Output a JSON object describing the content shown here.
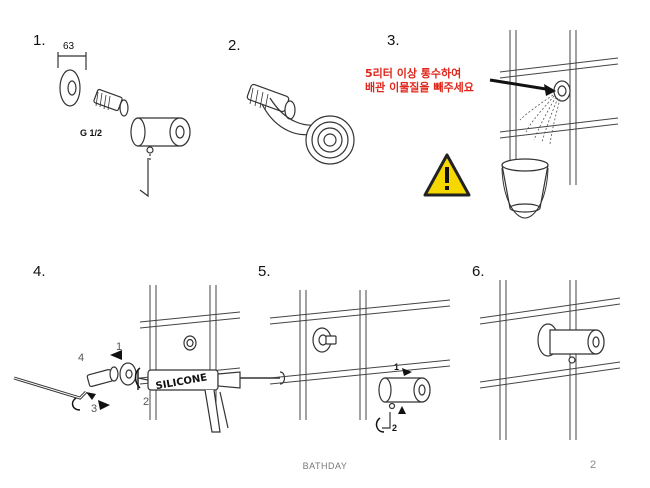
{
  "steps": [
    {
      "number": "1.",
      "dimension": "63",
      "thread": "G 1/2"
    },
    {
      "number": "2."
    },
    {
      "number": "3.",
      "warning_line1": "5리터 이상 통수하여",
      "warning_line2": "배관 이물질을 빼주세요"
    },
    {
      "number": "4.",
      "callouts": [
        "1",
        "2",
        "3",
        "4"
      ],
      "tube_label": "SILICONE"
    },
    {
      "number": "5.",
      "callouts": [
        "1",
        "2"
      ]
    },
    {
      "number": "6."
    }
  ],
  "footer": {
    "brand": "BATHDAY",
    "page": "2"
  },
  "icons": {
    "warning": "warning-triangle-icon",
    "bucket": "bucket-icon"
  },
  "colors": {
    "warning_red": "#e0261a",
    "warning_yellow": "#f6d800",
    "line": "#333333"
  }
}
